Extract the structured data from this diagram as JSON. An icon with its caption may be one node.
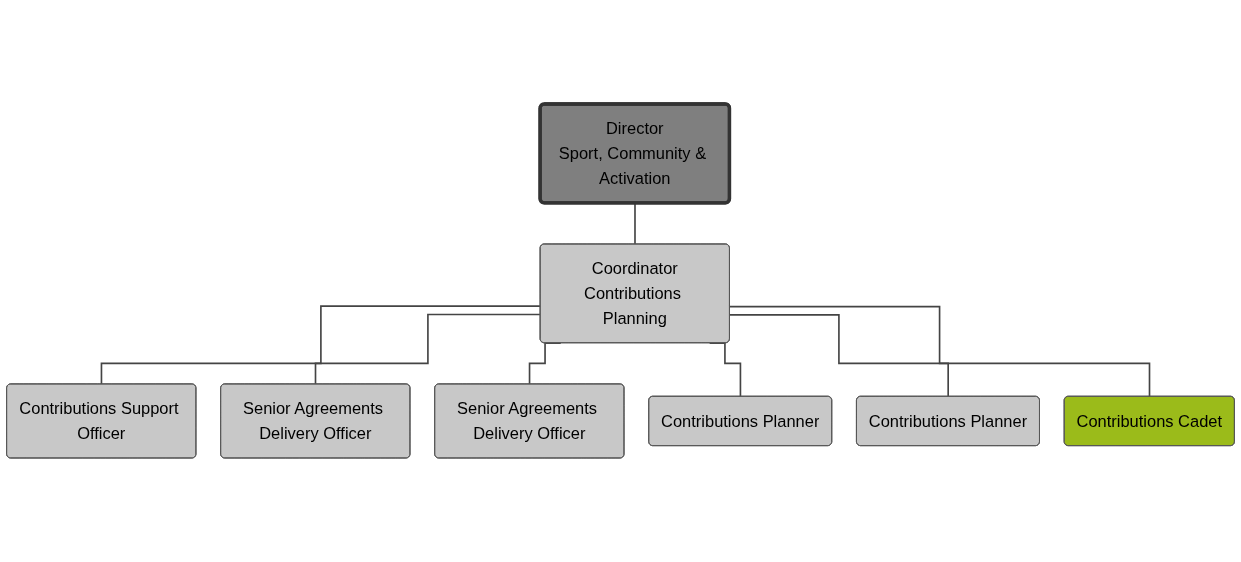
{
  "diagram": {
    "nodes": [
      {
        "text": [
          "Director",
          "Sport, Community & Activation"
        ]
      },
      {
        "text": [
          "Coordinator",
          "Contributions Planning"
        ]
      },
      {
        "text": [
          "Contributions Support Officer"
        ]
      },
      {
        "text": [
          "Senior Agreements Delivery Officer"
        ]
      },
      {
        "text": [
          "Senior Agreements Delivery Officer"
        ]
      },
      {
        "text": [
          "Contributions Planner"
        ]
      },
      {
        "text": [
          "Contributions Planner"
        ]
      },
      {
        "text": [
          "Contributions Cadet"
        ]
      }
    ],
    "edges": [
      {
        "from": 0,
        "to": 1,
        "arrow": "none"
      },
      {
        "from": 1,
        "to": 2,
        "arrow": "none"
      },
      {
        "from": 1,
        "to": 3,
        "arrow": "none"
      },
      {
        "from": 1,
        "to": 4,
        "arrow": "none"
      },
      {
        "from": 1,
        "to": 5,
        "arrow": "none"
      },
      {
        "from": 1,
        "to": 6,
        "arrow": "none"
      },
      {
        "from": 1,
        "to": 7,
        "arrow": "none"
      }
    ]
  }
}
